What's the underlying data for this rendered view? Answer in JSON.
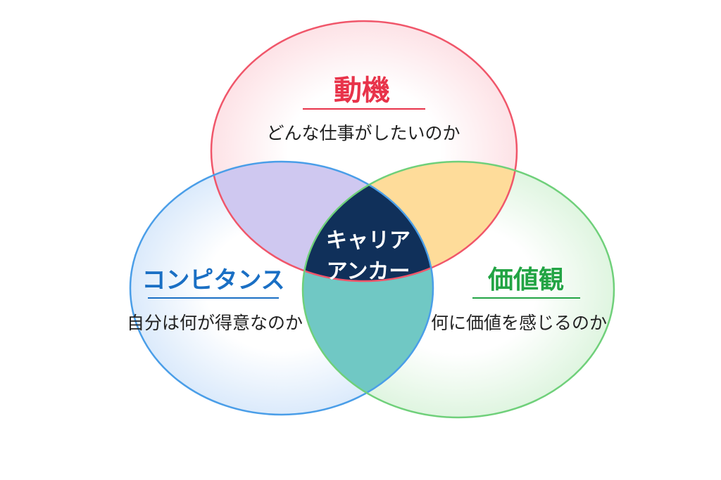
{
  "motivation": {
    "title": "動機",
    "subtitle": "どんな仕事がしたいのか",
    "color": "#e8334a"
  },
  "competence": {
    "title": "コンピタンス",
    "subtitle": "自分は何が得意なのか",
    "color": "#1a6fc4"
  },
  "values": {
    "title": "価値観",
    "subtitle": "何に価値を感じるのか",
    "color": "#22a444"
  },
  "center": {
    "line1": "キャリア",
    "line2": "アンカー",
    "color": "#10305a"
  }
}
